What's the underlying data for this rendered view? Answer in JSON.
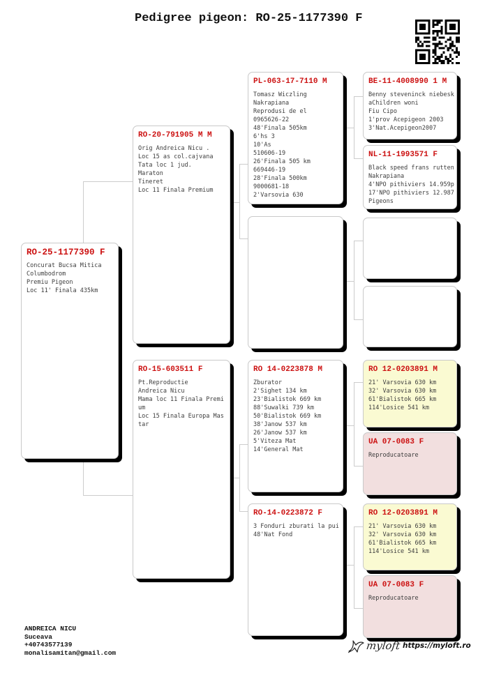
{
  "title": "Pedigree pigeon: RO-25-1177390 F",
  "colors": {
    "ring_red": "#cc1111",
    "highlight_yellow": "#fafad2",
    "highlight_pink": "#f2dfdf",
    "connector_gray": "#cccccc",
    "box_shadow": "#000000"
  },
  "icons": {
    "qr": "qr-code-icon",
    "bird": "bird-logo-icon"
  },
  "boxes": [
    {
      "id": "subject",
      "ring": "RO-25-1177390 F",
      "lines": [
        "Concurat Bucsa Mitica",
        "Columbodrom",
        "Premiu Pigeon",
        "Loc 11' Finala 435km"
      ]
    },
    {
      "id": "sire",
      "ring": "RO-20-791905 M M",
      "lines": [
        "Orig Andreica Nicu .",
        "Loc 15 as col.cajvana",
        "Tata loc 1 jud.",
        "Maraton",
        "Tineret",
        "Loc 11 Finala Premium"
      ]
    },
    {
      "id": "dam",
      "ring": "RO-15-603511 F",
      "lines": [
        "Pt.Reproductie",
        "Andreica Nicu",
        "Mama loc 11 Finala Premi",
        "um",
        "Loc 15 Finala Europa Mas",
        "tar"
      ]
    },
    {
      "id": "sire-sire",
      "ring": "PL-063-17-7110 M",
      "lines": [
        "Tomasz Wiczling",
        "Nakrapiana",
        "Reprodusi de el",
        "0965626-22",
        "48'Finala 505km",
        "6'hs 3",
        "10'As",
        "510606-19",
        "26'Finala 505 km",
        "669446-19",
        "28'Finala 500km",
        "9000681-18",
        "2'Varsovia 630"
      ]
    },
    {
      "id": "sire-dam",
      "ring": "",
      "lines": []
    },
    {
      "id": "dam-sire",
      "ring": "RO 14-0223878 M",
      "lines": [
        "Zburator",
        "2'Sighet 134 km",
        "23'Bialistok 669 km",
        "88'Suwalki 739 km",
        "50'Bialistok 669 km",
        "38'Janow 537 km",
        "26'Janow 537 km",
        "5'Viteza Mat",
        "14'General Mat"
      ]
    },
    {
      "id": "dam-dam",
      "ring": "RO-14-0223872 F",
      "lines": [
        "3 Fonduri zburati la pui",
        "48'Nat Fond"
      ]
    },
    {
      "id": "sire-sire-sire",
      "ring": "BE-11-4008990 1 M",
      "lines": [
        "Benny steveninck niebesk",
        "aChildren woni",
        "Fiu Cipo",
        "1'prov Acepigeon 2003",
        "3'Nat.Acepigeon2007"
      ]
    },
    {
      "id": "sire-sire-dam",
      "ring": "NL-11-1993571 F",
      "lines": [
        "Black speed frans rutten",
        "Nakrapiana",
        "4'NPO pithiviers 14.959p",
        "17'NPO pithiviers 12.987",
        "Pigeons"
      ]
    },
    {
      "id": "sire-dam-sire",
      "ring": "",
      "lines": []
    },
    {
      "id": "sire-dam-dam",
      "ring": "",
      "lines": []
    },
    {
      "id": "dam-sire-sire",
      "ring": "RO 12-0203891 M",
      "highlight": "yellow",
      "lines": [
        "21' Varsovia 630 km",
        "32' Varsovia 630 km",
        "61'Bialistok 665 km",
        "114'Losice 541 km"
      ]
    },
    {
      "id": "dam-sire-dam",
      "ring": "UA 07-0083 F",
      "highlight": "pink",
      "lines": [
        "Reproducatoare"
      ]
    },
    {
      "id": "dam-dam-sire",
      "ring": "RO 12-0203891 M",
      "highlight": "yellow",
      "lines": [
        "21' Varsovia 630 km",
        "32' Varsovia 630 km",
        "61'Bialistok 665 km",
        "114'Losice 541 km"
      ]
    },
    {
      "id": "dam-dam-dam",
      "ring": "UA 07-0083 F",
      "highlight": "pink",
      "lines": [
        "Reproducatoare"
      ]
    }
  ],
  "footer": {
    "owner": "ANDREICA NICU",
    "city": "Suceava",
    "phone": "+40743577139",
    "email": "monalisamitan@gmail.com"
  },
  "brand": {
    "logo_text": "myloft",
    "url": "https://myloft.ro"
  }
}
